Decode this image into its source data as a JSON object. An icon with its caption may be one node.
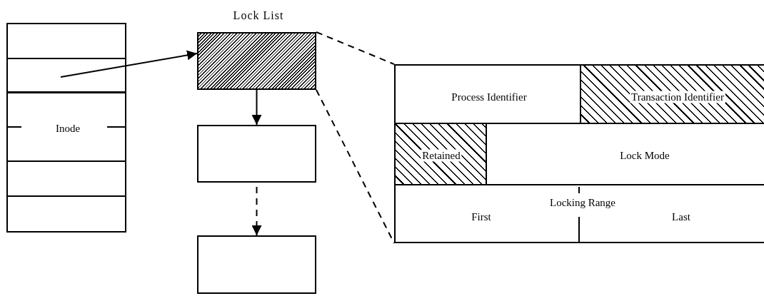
{
  "diagram": {
    "nodes": [
      {
        "text": [
          "Inode"
        ]
      },
      {
        "text": [],
        "shape": "box",
        "in": 0
      },
      {
        "text": [
          "Lock List"
        ]
      },
      {
        "text": [],
        "shape": "box"
      },
      {
        "text": [],
        "shape": "box"
      },
      {
        "text": [],
        "shape": "box"
      },
      {
        "text": [
          "Process Identifier"
        ],
        "in": 5
      },
      {
        "text": [
          "Transaction Identifier"
        ],
        "in": 5
      },
      {
        "text": [
          "Retained"
        ],
        "in": 5
      },
      {
        "text": [
          "Lock Mode"
        ],
        "in": 5
      },
      {
        "text": [
          "Locking Range",
          "First",
          "Last"
        ],
        "in": 5
      }
    ],
    "edges": [
      {
        "from": 1,
        "to": 2,
        "arrow": "to"
      },
      {
        "from": 2,
        "to": 3,
        "arrow": "to"
      },
      {
        "from": 3,
        "to": 4,
        "arrow": "to",
        "style": "dashed"
      },
      {
        "from": 2,
        "to": 5,
        "arrow": "none",
        "style": "dashed"
      },
      {
        "from": 2,
        "to": 5,
        "arrow": "none",
        "style": "dashed"
      }
    ]
  }
}
